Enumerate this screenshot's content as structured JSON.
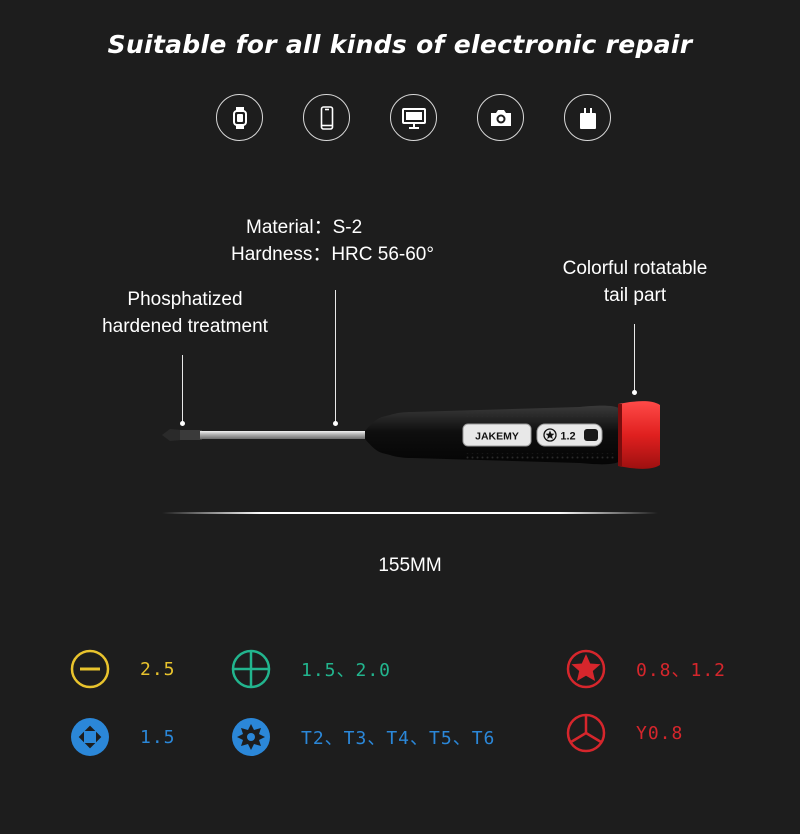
{
  "headline": "Suitable for all kinds of electronic repair",
  "devices": [
    {
      "icon": "smartwatch-icon"
    },
    {
      "icon": "smartphone-icon"
    },
    {
      "icon": "monitor-icon"
    },
    {
      "icon": "camera-icon"
    },
    {
      "icon": "charger-icon"
    }
  ],
  "callouts": {
    "material": "Material：S-2",
    "hardness": "Hardness：HRC 56-60°",
    "tip_line1": "Phosphatized",
    "tip_line2": "hardened treatment",
    "tail_line1": "Colorful rotatable",
    "tail_line2": "tail part"
  },
  "tool": {
    "brand": "JAKEMY",
    "size_label": "1.2",
    "colors": {
      "handle": "#111111",
      "cap": "#e0201f",
      "shaft": "#c9c9c9"
    }
  },
  "dimension": "155MM",
  "bits": [
    {
      "icon": "slotted-icon",
      "value": "2.5",
      "color": "#e8c32d"
    },
    {
      "icon": "phillips-icon",
      "value": "1.5、2.0",
      "color": "#22b58e"
    },
    {
      "icon": "pentalobe-icon",
      "value": "0.8、1.2",
      "color": "#d6262c"
    },
    {
      "icon": "cross-slot-icon",
      "value": "1.5",
      "color": "#2b87d8"
    },
    {
      "icon": "torx-icon",
      "value": "T2、T3、T4、T5、T6",
      "color": "#2b87d8"
    },
    {
      "icon": "tri-wing-icon",
      "value": "Y0.8",
      "color": "#d6262c"
    }
  ],
  "colors": {
    "background": "#1d1d1d",
    "text": "#ffffff"
  }
}
